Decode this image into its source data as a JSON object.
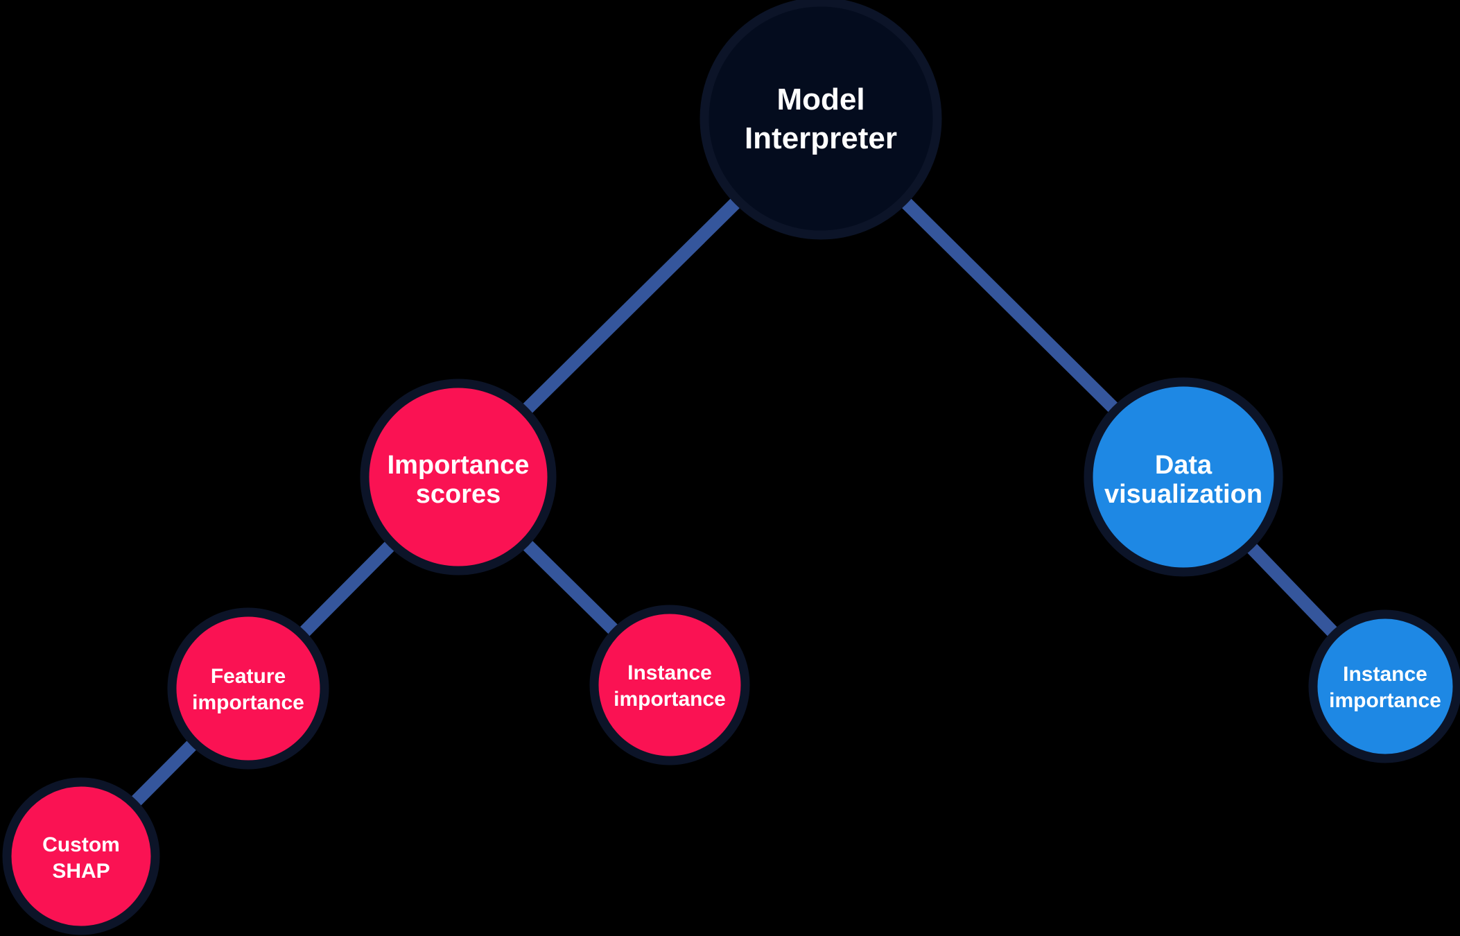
{
  "diagram": {
    "background_color": "#000000",
    "edge_color": "#35569c",
    "node_outline_color": "#0c1428",
    "text_color": "#ffffff",
    "nodes": [
      {
        "id": "model-interpreter",
        "label": "Model Interpreter",
        "lines": [
          "Model",
          "Interpreter"
        ],
        "color": "#040c1e",
        "text_color": "#ffffff",
        "role": "root"
      },
      {
        "id": "importance-scores",
        "label": "Importance scores",
        "lines": [
          "Importance",
          "scores"
        ],
        "color": "#fa1253",
        "text_color": "#ffffff",
        "role": "branch"
      },
      {
        "id": "data-visualization",
        "label": "Data visualization",
        "lines": [
          "Data",
          "visualization"
        ],
        "color": "#1e88e4",
        "text_color": "#ffffff",
        "role": "branch"
      },
      {
        "id": "feature-importance",
        "label": "Feature importance",
        "lines": [
          "Feature",
          "importance"
        ],
        "color": "#fa1253",
        "text_color": "#ffffff",
        "role": "leaf"
      },
      {
        "id": "instance-importance-scores",
        "label": "Instance importance",
        "lines": [
          "Instance",
          "importance"
        ],
        "color": "#fa1253",
        "text_color": "#ffffff",
        "role": "leaf"
      },
      {
        "id": "instance-importance-visualization",
        "label": "Instance importance",
        "lines": [
          "Instance",
          "importance"
        ],
        "color": "#1e88e4",
        "text_color": "#ffffff",
        "role": "leaf"
      },
      {
        "id": "custom-shap",
        "label": "Custom SHAP",
        "lines": [
          "Custom",
          "SHAP"
        ],
        "color": "#fa1253",
        "text_color": "#ffffff",
        "role": "leaf"
      }
    ],
    "edges": [
      {
        "from": "model-interpreter",
        "to": "importance-scores"
      },
      {
        "from": "model-interpreter",
        "to": "data-visualization"
      },
      {
        "from": "importance-scores",
        "to": "feature-importance"
      },
      {
        "from": "importance-scores",
        "to": "instance-importance-scores"
      },
      {
        "from": "feature-importance",
        "to": "custom-shap"
      },
      {
        "from": "data-visualization",
        "to": "instance-importance-visualization"
      }
    ]
  }
}
